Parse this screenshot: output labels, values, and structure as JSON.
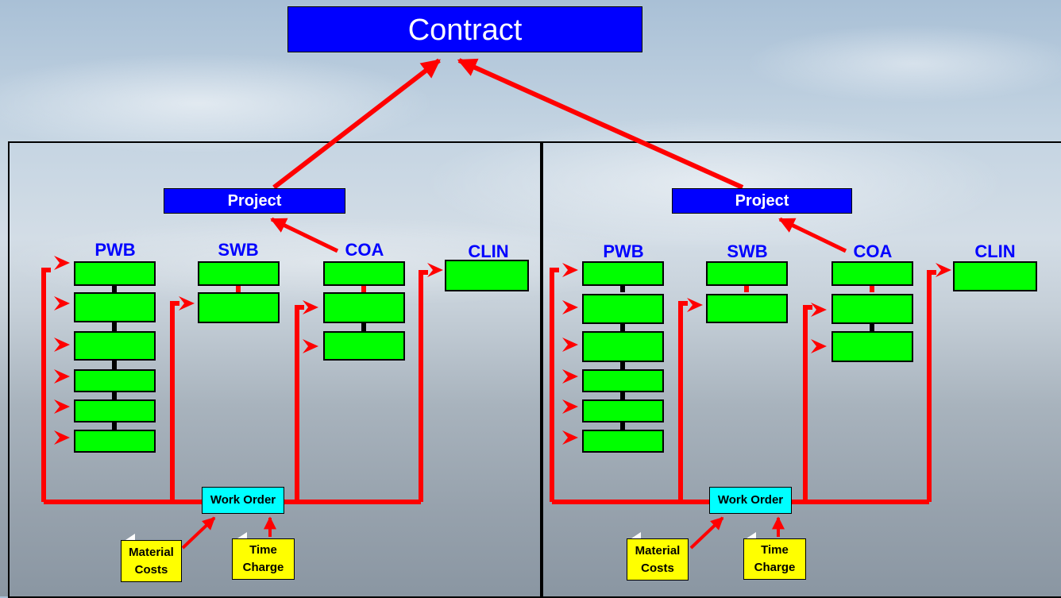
{
  "title": "Contract",
  "panels": [
    {
      "project": "Project",
      "columns": [
        "PWB",
        "SWB",
        "COA",
        "CLIN"
      ],
      "work_order": "Work Order",
      "material_costs": [
        "Material",
        "Costs"
      ],
      "time_charge": [
        "Time",
        "Charge"
      ]
    },
    {
      "project": "Project",
      "columns": [
        "PWB",
        "SWB",
        "COA",
        "CLIN"
      ],
      "work_order": "Work Order",
      "material_costs": [
        "Material",
        "Costs"
      ],
      "time_charge": [
        "Time",
        "Charge"
      ]
    }
  ],
  "colors": {
    "header_blue": "#0000ff",
    "node_green": "#00ff00",
    "work_order_cyan": "#00ffff",
    "cost_yellow": "#ffff00",
    "connector_red": "#ff0000"
  }
}
